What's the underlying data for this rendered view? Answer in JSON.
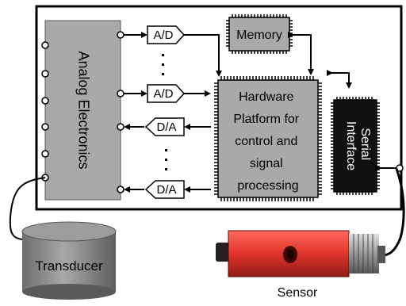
{
  "blocks": {
    "analog": "Analog Electronics",
    "ad_top": "A/D",
    "ad_bottom": "A/D",
    "da_top": "D/A",
    "da_bottom": "D/A",
    "memory": "Memory",
    "platform_lines": [
      "Hardware",
      "Platform for",
      "control and",
      "signal",
      "processing"
    ],
    "serial_lines": [
      "Serial",
      "Interface"
    ],
    "transducer": "Transducer",
    "sensor": "Sensor"
  },
  "colors": {
    "gray_block": "#a9a9a9",
    "chip_black": "#111111",
    "sensor_red": "#e0342a",
    "cylinder": "#8a8a8a"
  }
}
